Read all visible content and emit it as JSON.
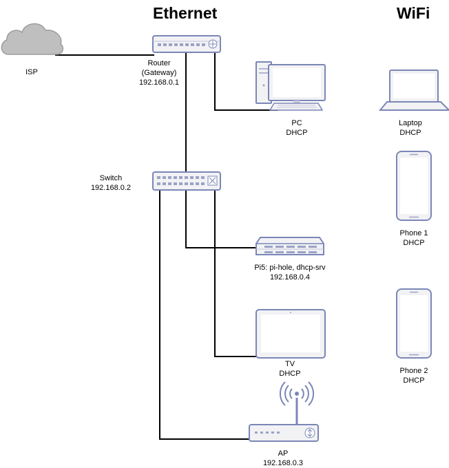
{
  "headings": {
    "ethernet": "Ethernet",
    "wifi": "WiFi"
  },
  "nodes": {
    "isp": {
      "name": "ISP"
    },
    "router": {
      "name": "Router",
      "role": "(Gateway)",
      "ip": "192.168.0.1"
    },
    "switch": {
      "name": "Switch",
      "ip": "192.168.0.2"
    },
    "pc": {
      "name": "PC",
      "addr": "DHCP"
    },
    "pi5": {
      "name": "Pi5: pi-hole, dhcp-srv",
      "ip": "192.168.0.4"
    },
    "tv": {
      "name": "TV",
      "addr": "DHCP"
    },
    "ap": {
      "name": "AP",
      "ip": "192.168.0.3"
    },
    "laptop": {
      "name": "Laptop",
      "addr": "DHCP"
    },
    "phone1": {
      "name": "Phone 1",
      "addr": "DHCP"
    },
    "phone2": {
      "name": "Phone 2",
      "addr": "DHCP"
    }
  },
  "colors": {
    "line": "#000000",
    "device_fill": "#f2f2f5",
    "device_stroke": "#7a86b6",
    "cloud_fill": "#bfbfbf",
    "screen": "#ffffff"
  },
  "icons": {
    "isp": "cloud-icon",
    "router": "router-icon",
    "switch": "switch-icon",
    "pc": "desktop-pc-icon",
    "pi5": "server-icon",
    "tv": "tv-icon",
    "ap": "access-point-icon",
    "laptop": "laptop-icon",
    "phone1": "smartphone-icon",
    "phone2": "smartphone-icon"
  }
}
